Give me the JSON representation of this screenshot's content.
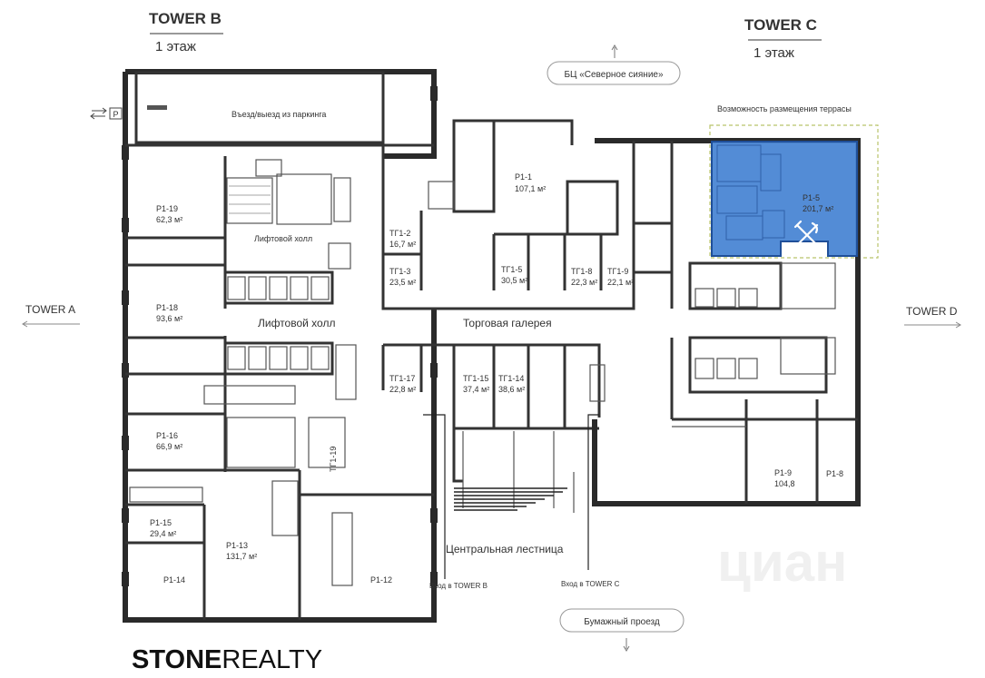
{
  "towers": {
    "b": {
      "name": "TOWER B",
      "floor": "1 этаж"
    },
    "c": {
      "name": "TOWER C",
      "floor": "1 этаж"
    },
    "a": {
      "name": "TOWER A"
    },
    "d": {
      "name": "TOWER D"
    }
  },
  "pills": {
    "north": "БЦ «Северное сияние»",
    "south": "Бумажный проезд"
  },
  "labels": {
    "parking": "Въезд/выезд из паркинга",
    "parking_sign": "P",
    "terrace": "Возможность размещения террасы",
    "lift_hall_small": "Лифтовой холл",
    "lift_hall": "Лифтовой холл",
    "gallery": "Торговая галерея",
    "stairs": "Центральная лестница",
    "entry_b": "Вход в TOWER B",
    "entry_c": "Вход в TOWER C"
  },
  "rooms": [
    {
      "id": "P1-19",
      "code": "P1-19",
      "area": "62,3 м²"
    },
    {
      "id": "P1-18",
      "code": "P1-18",
      "area": "93,6 м²"
    },
    {
      "id": "P1-16",
      "code": "P1-16",
      "area": "66,9 м²"
    },
    {
      "id": "P1-15",
      "code": "P1-15",
      "area": "29,4 м²"
    },
    {
      "id": "P1-14",
      "code": "P1-14",
      "area": ""
    },
    {
      "id": "P1-13",
      "code": "P1-13",
      "area": "131,7 м²"
    },
    {
      "id": "P1-12",
      "code": "P1-12",
      "area": ""
    },
    {
      "id": "P1-1",
      "code": "P1-1",
      "area": "107,1 м²"
    },
    {
      "id": "TG1-2",
      "code": "ТГ1-2",
      "area": "16,7 м²"
    },
    {
      "id": "TG1-3",
      "code": "ТГ1-3",
      "area": "23,5 м²"
    },
    {
      "id": "TG1-5",
      "code": "ТГ1-5",
      "area": "30,5 м²"
    },
    {
      "id": "TG1-8",
      "code": "ТГ1-8",
      "area": "22,3 м²"
    },
    {
      "id": "TG1-9",
      "code": "ТГ1-9",
      "area": "22,1 м²"
    },
    {
      "id": "TG1-17",
      "code": "ТГ1-17",
      "area": "22,8 м²"
    },
    {
      "id": "TG1-15",
      "code": "ТГ1-15",
      "area": "37,4 м²"
    },
    {
      "id": "TG1-14",
      "code": "ТГ1-14",
      "area": "38,6 м²"
    },
    {
      "id": "TG1-19",
      "code": "ТГ1-19",
      "area": ""
    },
    {
      "id": "P1-5",
      "code": "P1-5",
      "area": "201,7 м²"
    },
    {
      "id": "P1-9",
      "code": "P1-9",
      "area": "104,8"
    },
    {
      "id": "P1-8",
      "code": "P1-8",
      "area": ""
    }
  ],
  "highlight": {
    "room": "P1-5",
    "color": "#4a86d4",
    "icon": "restaurant-icon"
  },
  "logo": {
    "bold": "STONE",
    "light": "REALTY"
  },
  "watermark": "циан"
}
